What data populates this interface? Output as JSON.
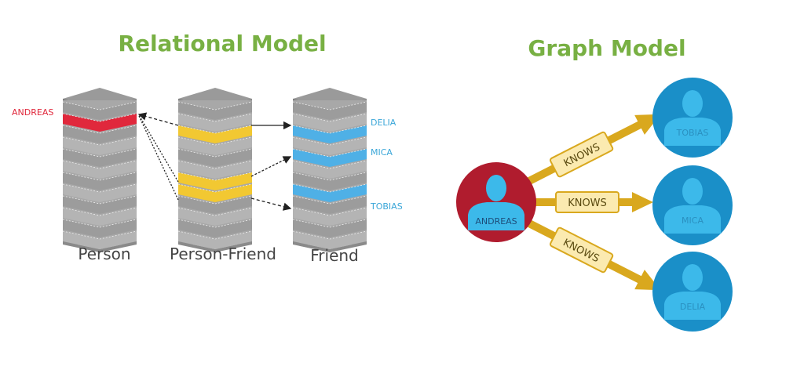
{
  "relational": {
    "title": "Relational Model",
    "tables": [
      {
        "caption": "Person"
      },
      {
        "caption": "Person-Friend"
      },
      {
        "caption": "Friend"
      }
    ],
    "row_labels": {
      "andreas": "ANDREAS",
      "delia": "DELIA",
      "mica": "MICA",
      "tobias": "TOBIAS"
    }
  },
  "graph": {
    "title": "Graph Model",
    "center_node": "ANDREAS",
    "nodes": [
      "TOBIAS",
      "MICA",
      "DELIA"
    ],
    "edge_label": "KNOWS"
  },
  "colors": {
    "title_green": "#78b043",
    "red": "#b01c2e",
    "row_red": "#e0283c",
    "yellow": "#f2c832",
    "blue_row": "#4fb0e6",
    "node_blue": "#1a8fc8",
    "silhouette": "#3cb9ea",
    "arrow_gold": "#d9a81e",
    "label_box": "#fbeab0"
  }
}
